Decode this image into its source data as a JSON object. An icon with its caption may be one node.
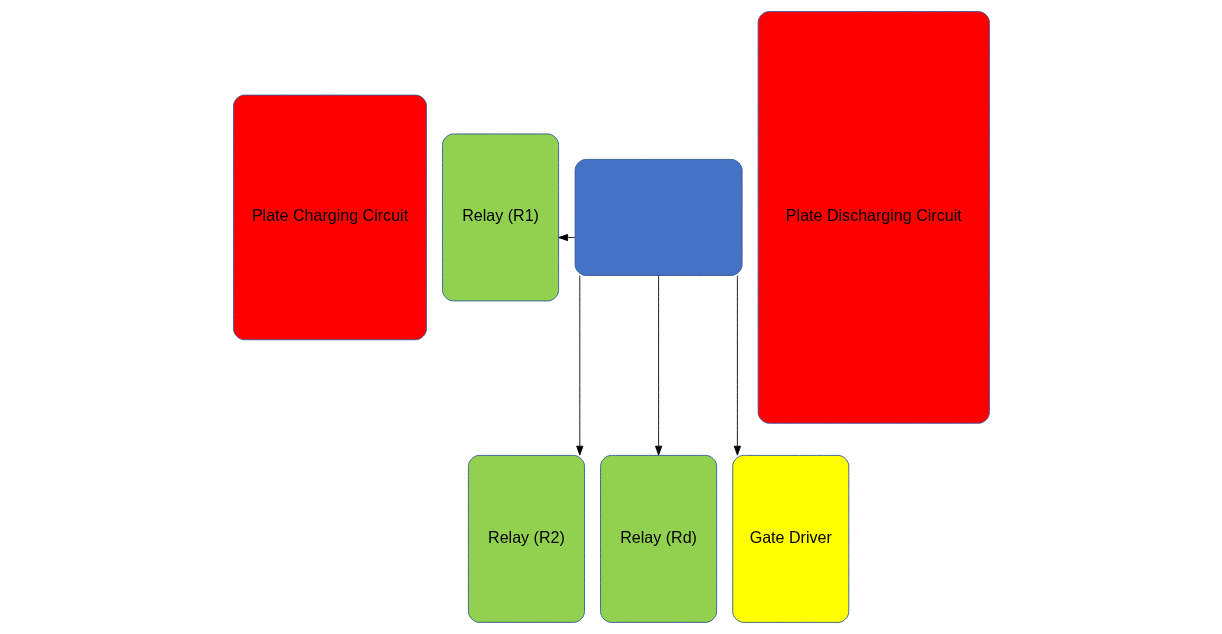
{
  "diagram": {
    "nodes": [
      {
        "text": [
          "Relay (R1)"
        ]
      },
      {
        "text": [],
        "shape": "box"
      },
      {
        "text": [
          "Plate Discharging Circuit"
        ]
      },
      {
        "text": [
          "Plate Charging Circuit"
        ]
      },
      {
        "text": [
          "Relay (R2)"
        ]
      },
      {
        "text": [
          "Relay (Rd)"
        ]
      },
      {
        "text": [
          "Gate Driver"
        ]
      }
    ],
    "edges": [
      {
        "from": 1,
        "to": 0,
        "arrow": "to"
      },
      {
        "from": 1,
        "to": 4,
        "arrow": "to"
      },
      {
        "from": 1,
        "to": 5,
        "arrow": "to"
      },
      {
        "from": 1,
        "to": 6,
        "arrow": "to"
      }
    ]
  }
}
